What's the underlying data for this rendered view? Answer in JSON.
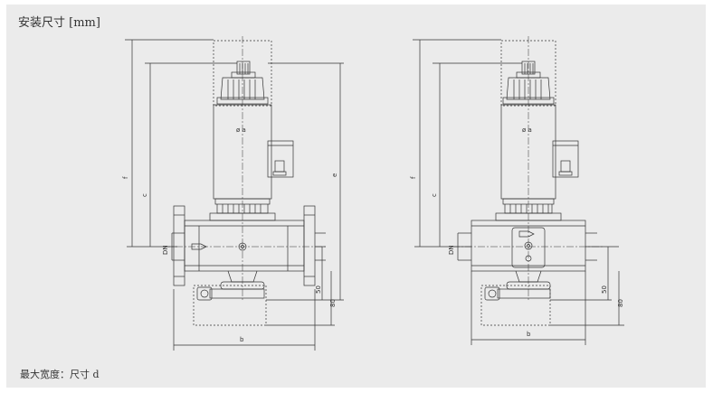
{
  "header": {
    "title": "安装尺寸 [mm]"
  },
  "footer": {
    "note": "最大宽度：尺寸 d"
  },
  "labels": {
    "dim_f": "f",
    "dim_c": "c",
    "dim_e": "e",
    "dim_dn": "DN",
    "dim_a": "ø a",
    "dim_b": "b",
    "dim_50": "50",
    "dim_80": "80"
  },
  "colors": {
    "background": "#ebebeb",
    "line": "#333333"
  }
}
